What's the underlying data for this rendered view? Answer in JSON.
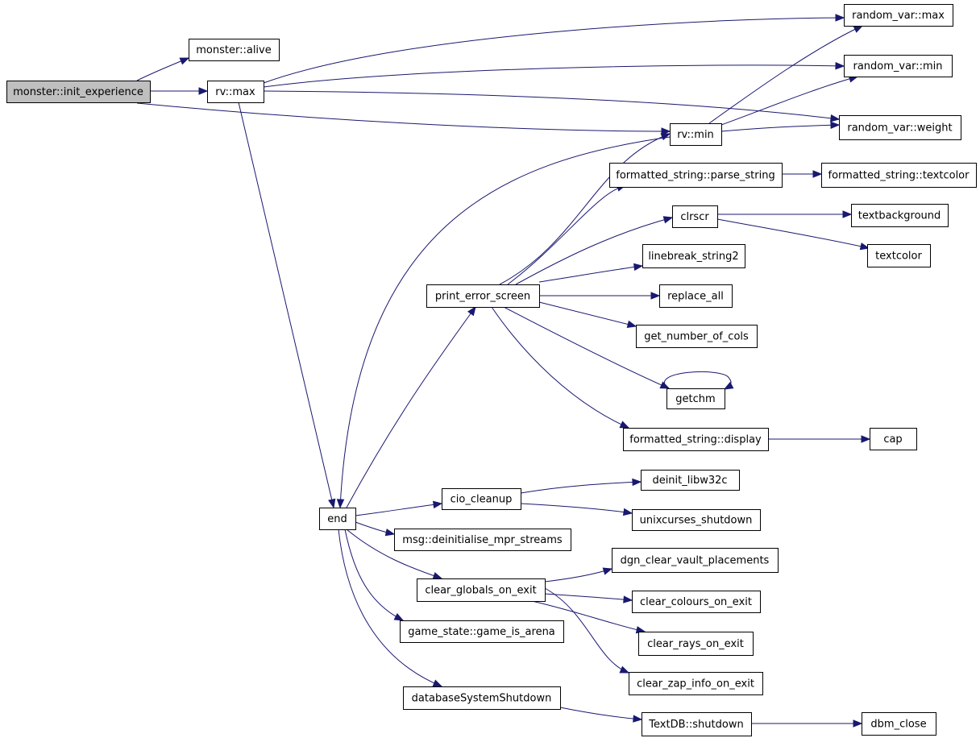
{
  "graph": {
    "colors": {
      "edge": "#191970",
      "root_fill": "#bfbfbf",
      "node_fill": "#ffffff",
      "node_stroke": "#000000"
    },
    "nodes": [
      {
        "id": "init_experience",
        "label": "monster::init_experience",
        "root": true
      },
      {
        "id": "alive",
        "label": "monster::alive"
      },
      {
        "id": "rv_max",
        "label": "rv::max"
      },
      {
        "id": "rv_min",
        "label": "rv::min"
      },
      {
        "id": "random_var_max",
        "label": "random_var::max"
      },
      {
        "id": "random_var_min",
        "label": "random_var::min"
      },
      {
        "id": "random_var_weight",
        "label": "random_var::weight"
      },
      {
        "id": "parse_string",
        "label": "formatted_string::parse_string"
      },
      {
        "id": "fs_textcolor",
        "label": "formatted_string::textcolor"
      },
      {
        "id": "clrscr",
        "label": "clrscr"
      },
      {
        "id": "textbackground",
        "label": "textbackground"
      },
      {
        "id": "textcolor",
        "label": "textcolor"
      },
      {
        "id": "linebreak_string2",
        "label": "linebreak_string2"
      },
      {
        "id": "print_error_screen",
        "label": "print_error_screen"
      },
      {
        "id": "replace_all",
        "label": "replace_all"
      },
      {
        "id": "get_number_of_cols",
        "label": "get_number_of_cols"
      },
      {
        "id": "getchm",
        "label": "getchm"
      },
      {
        "id": "fs_display",
        "label": "formatted_string::display"
      },
      {
        "id": "cap",
        "label": "cap"
      },
      {
        "id": "deinit_libw32c",
        "label": "deinit_libw32c"
      },
      {
        "id": "cio_cleanup",
        "label": "cio_cleanup"
      },
      {
        "id": "unixcurses_shutdown",
        "label": "unixcurses_shutdown"
      },
      {
        "id": "end",
        "label": "end"
      },
      {
        "id": "msg_deinit",
        "label": "msg::deinitialise_mpr_streams"
      },
      {
        "id": "dgn_clear",
        "label": "dgn_clear_vault_placements"
      },
      {
        "id": "clear_globals",
        "label": "clear_globals_on_exit"
      },
      {
        "id": "clear_colours",
        "label": "clear_colours_on_exit"
      },
      {
        "id": "game_is_arena",
        "label": "game_state::game_is_arena"
      },
      {
        "id": "clear_rays",
        "label": "clear_rays_on_exit"
      },
      {
        "id": "clear_zap",
        "label": "clear_zap_info_on_exit"
      },
      {
        "id": "db_shutdown",
        "label": "databaseSystemShutdown"
      },
      {
        "id": "textdb_shutdown",
        "label": "TextDB::shutdown"
      },
      {
        "id": "dbm_close",
        "label": "dbm_close"
      }
    ],
    "edges": [
      {
        "from": "init_experience",
        "to": "alive"
      },
      {
        "from": "init_experience",
        "to": "rv_max"
      },
      {
        "from": "init_experience",
        "to": "rv_min"
      },
      {
        "from": "rv_max",
        "to": "random_var_max"
      },
      {
        "from": "rv_max",
        "to": "random_var_min"
      },
      {
        "from": "rv_max",
        "to": "random_var_weight"
      },
      {
        "from": "rv_max",
        "to": "end"
      },
      {
        "from": "rv_min",
        "to": "random_var_max"
      },
      {
        "from": "rv_min",
        "to": "random_var_min"
      },
      {
        "from": "rv_min",
        "to": "random_var_weight"
      },
      {
        "from": "rv_min",
        "to": "end"
      },
      {
        "from": "parse_string",
        "to": "fs_textcolor"
      },
      {
        "from": "clrscr",
        "to": "textbackground"
      },
      {
        "from": "clrscr",
        "to": "textcolor"
      },
      {
        "from": "print_error_screen",
        "to": "rv_min"
      },
      {
        "from": "print_error_screen",
        "to": "parse_string"
      },
      {
        "from": "print_error_screen",
        "to": "clrscr"
      },
      {
        "from": "print_error_screen",
        "to": "linebreak_string2"
      },
      {
        "from": "print_error_screen",
        "to": "replace_all"
      },
      {
        "from": "print_error_screen",
        "to": "get_number_of_cols"
      },
      {
        "from": "print_error_screen",
        "to": "getchm"
      },
      {
        "from": "print_error_screen",
        "to": "fs_display"
      },
      {
        "from": "getchm",
        "to": "getchm"
      },
      {
        "from": "fs_display",
        "to": "cap"
      },
      {
        "from": "end",
        "to": "print_error_screen"
      },
      {
        "from": "end",
        "to": "cio_cleanup"
      },
      {
        "from": "end",
        "to": "msg_deinit"
      },
      {
        "from": "end",
        "to": "clear_globals"
      },
      {
        "from": "end",
        "to": "game_is_arena"
      },
      {
        "from": "end",
        "to": "db_shutdown"
      },
      {
        "from": "cio_cleanup",
        "to": "deinit_libw32c"
      },
      {
        "from": "cio_cleanup",
        "to": "unixcurses_shutdown"
      },
      {
        "from": "clear_globals",
        "to": "dgn_clear"
      },
      {
        "from": "clear_globals",
        "to": "clear_colours"
      },
      {
        "from": "clear_globals",
        "to": "clear_rays"
      },
      {
        "from": "clear_globals",
        "to": "clear_zap"
      },
      {
        "from": "db_shutdown",
        "to": "textdb_shutdown"
      },
      {
        "from": "textdb_shutdown",
        "to": "dbm_close"
      }
    ]
  }
}
